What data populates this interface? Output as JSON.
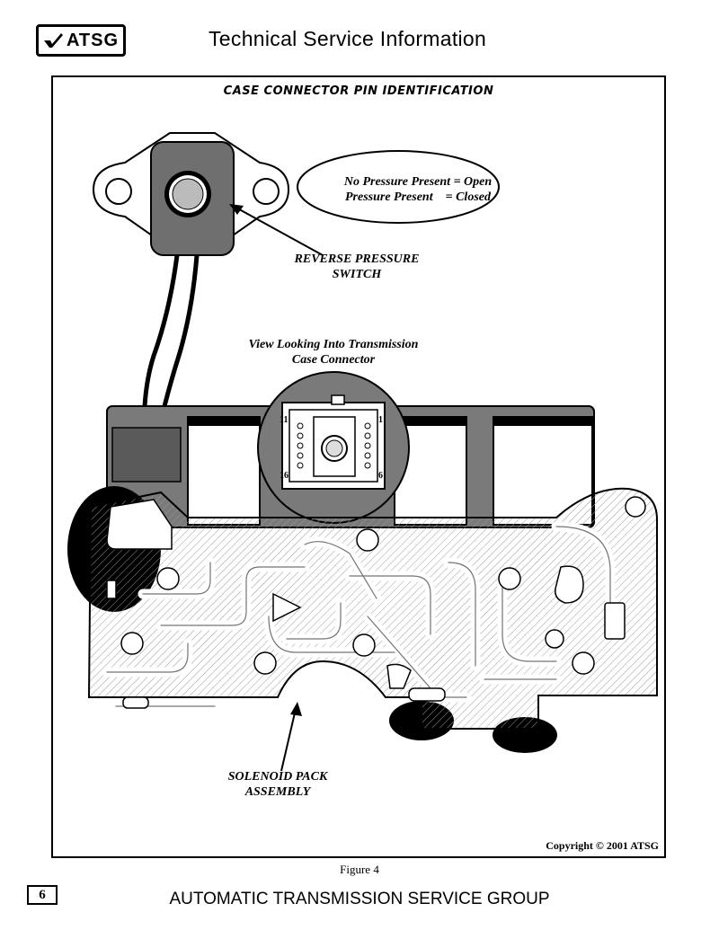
{
  "header": {
    "logo_text": "ATSG",
    "logo_icon": "checkmark-icon",
    "title": "Technical Service Information"
  },
  "figure": {
    "title": "CASE CONNECTOR PIN IDENTIFICATION",
    "legend_line1": "No Pressure Present = Open",
    "legend_line2": "Pressure Present    = Closed",
    "reverse_switch_line1": "REVERSE PRESSURE",
    "reverse_switch_line2": "SWITCH",
    "view_line1": "View Looking Into Transmission",
    "view_line2": "Case Connector",
    "pin_11": "11",
    "pin_1": "1",
    "pin_16": "16",
    "pin_6": "6",
    "solenoid_line1": "SOLENOID PACK",
    "solenoid_line2": "ASSEMBLY",
    "copyright": "Copyright © 2001 ATSG",
    "caption": "Figure 4"
  },
  "footer": {
    "page_number": "6",
    "org": "AUTOMATIC TRANSMISSION SERVICE GROUP"
  },
  "colors": {
    "switch_body": "#6f6f6f",
    "solenoid_body": "#7a7a7a",
    "hatch": "#9a9a9a"
  }
}
